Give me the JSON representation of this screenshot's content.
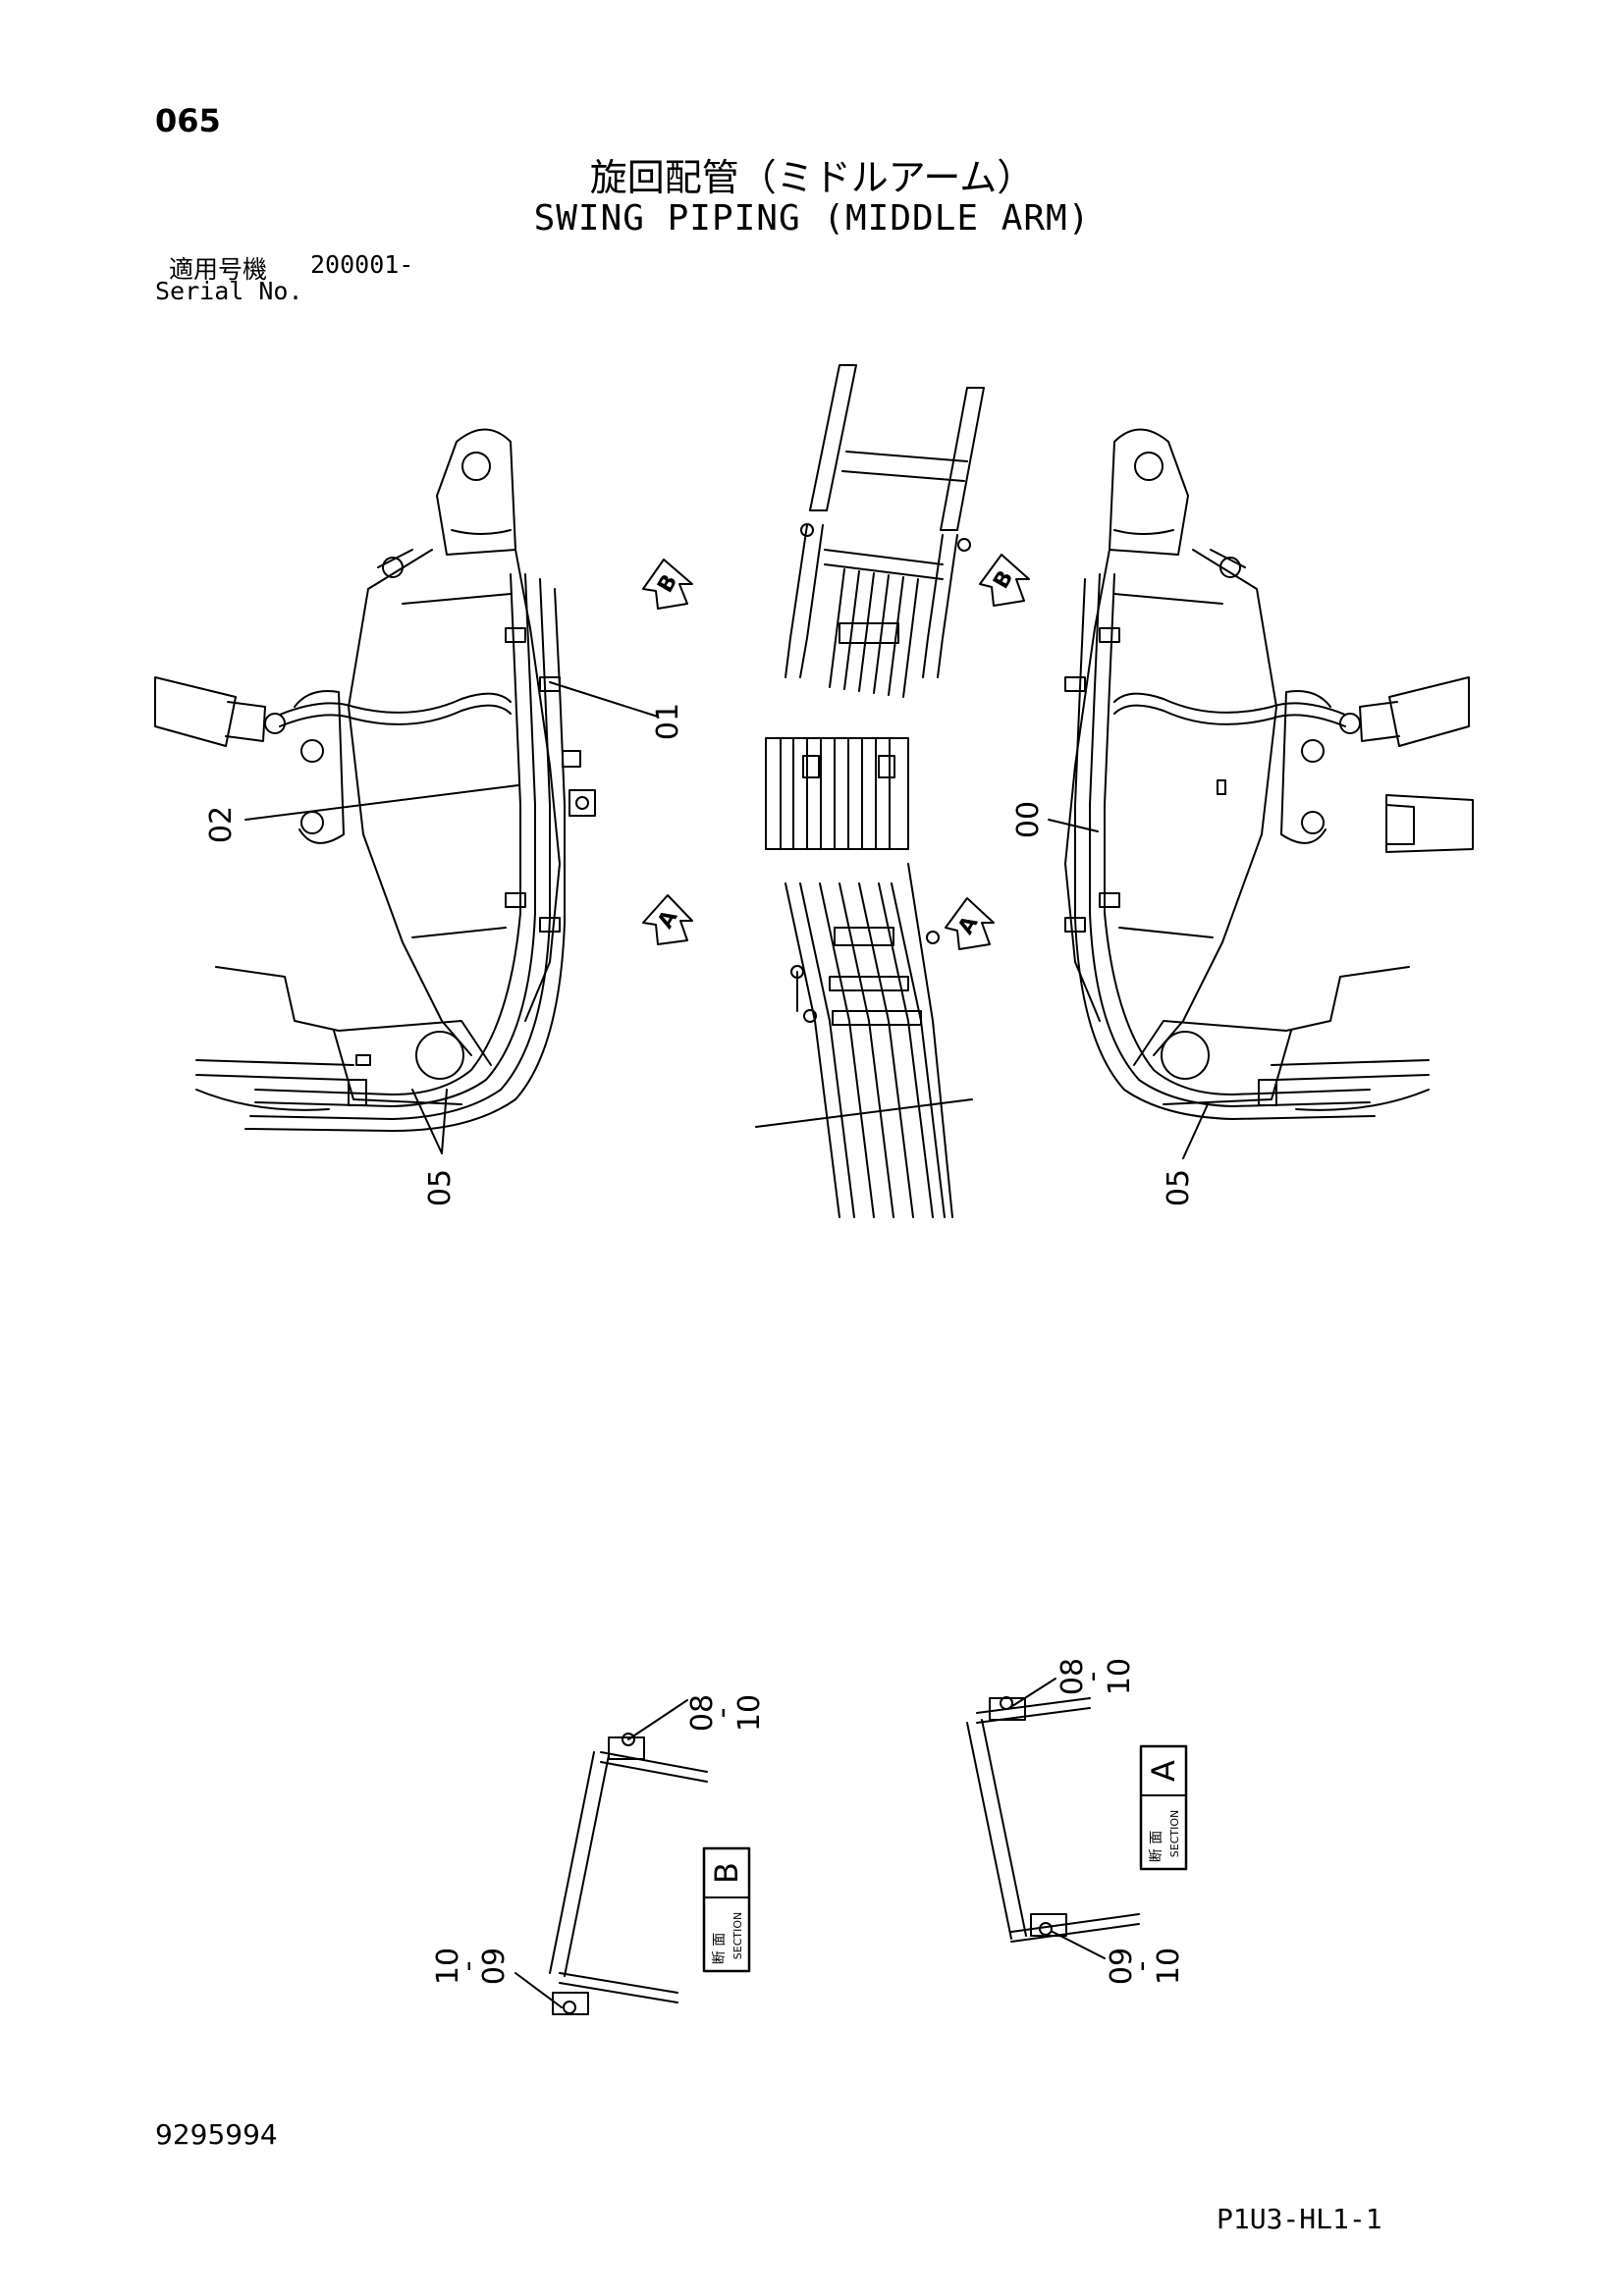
{
  "header": {
    "page_number": "065",
    "title_jp": "旋回配管（ミドルアーム）",
    "title_en": "SWING PIPING (MIDDLE ARM)",
    "serial_label_jp": "適用号機",
    "serial_value": "200001-",
    "serial_label_en": "Serial No."
  },
  "callouts": {
    "p00": "00",
    "p01": "01",
    "p02": "02",
    "p05_left": "05",
    "p05_right": "05",
    "p08_10_b": [
      "08",
      "10"
    ],
    "p10_09_b": [
      "10",
      "09"
    ],
    "p08_10_a": [
      "08",
      "10"
    ],
    "p09_10_a": [
      "09",
      "10"
    ]
  },
  "view_arrows": {
    "a_left": "A",
    "a_center": "A",
    "b_left": "B",
    "b_center": "B"
  },
  "sections": {
    "b": {
      "kanji": "断 面",
      "word": "SECTION",
      "letter": "B"
    },
    "a": {
      "kanji": "断 面",
      "word": "SECTION",
      "letter": "A"
    }
  },
  "footer": {
    "doc_number": "9295994",
    "page_code": "P1U3-HL1-1"
  }
}
